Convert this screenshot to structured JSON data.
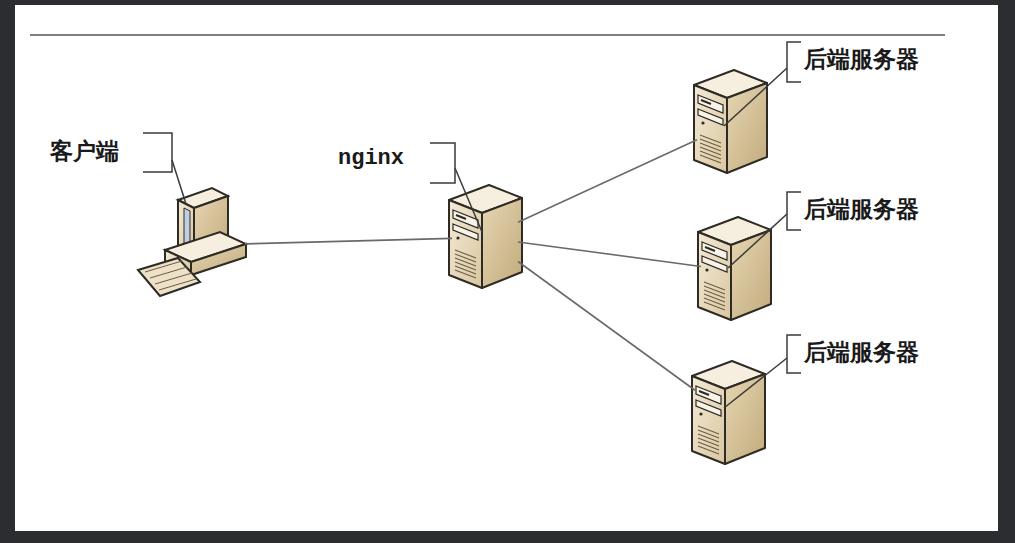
{
  "diagram": {
    "nodes": [
      {
        "text": [
          "客户端"
        ]
      },
      {
        "text": [
          "nginx"
        ]
      },
      {
        "text": [
          "后端服务器"
        ]
      },
      {
        "text": [
          "后端服务器"
        ]
      },
      {
        "text": [
          "后端服务器"
        ]
      }
    ],
    "edges": [
      {
        "from": 0,
        "to": 1,
        "arrow": "none"
      },
      {
        "from": 1,
        "to": 2,
        "arrow": "none"
      },
      {
        "from": 1,
        "to": 3,
        "arrow": "none"
      },
      {
        "from": 1,
        "to": 4,
        "arrow": "none"
      }
    ]
  }
}
